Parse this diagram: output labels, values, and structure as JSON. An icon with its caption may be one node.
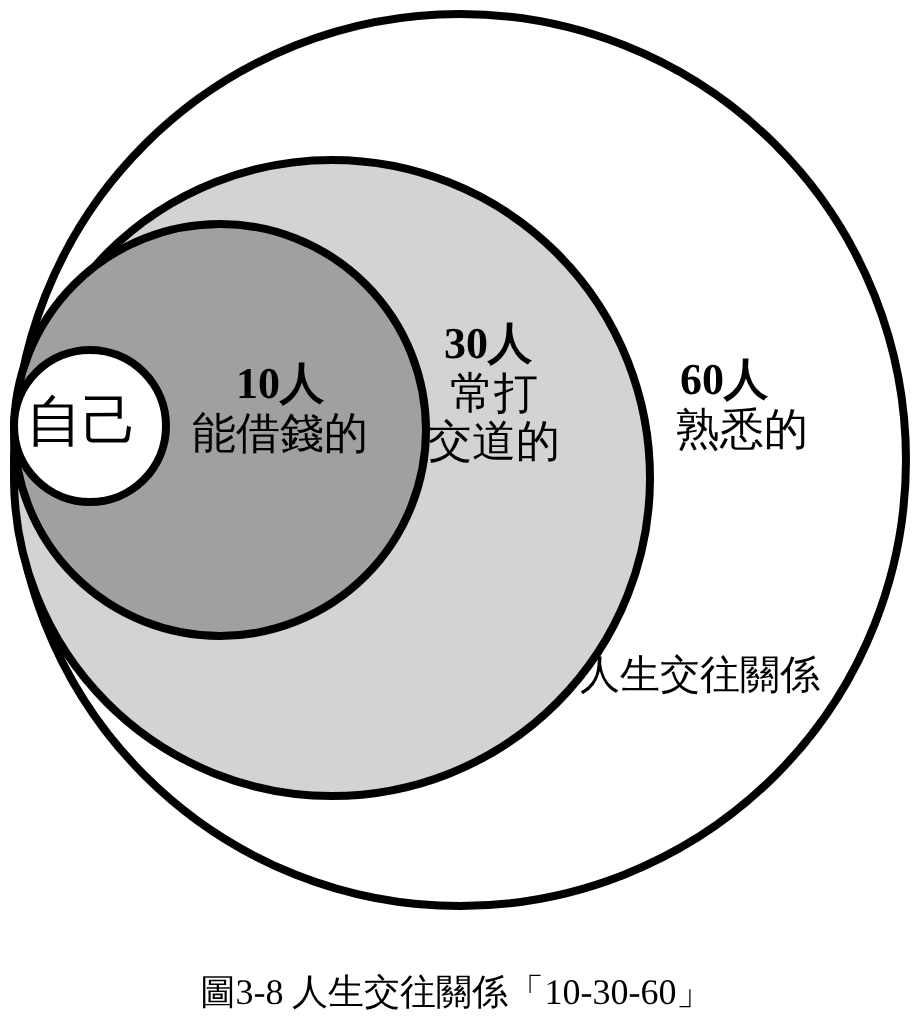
{
  "diagram": {
    "caption": "圖3-8 人生交往關係「10-30-60」",
    "nodes": [
      {
        "text": [
          "60人",
          "熟悉的",
          "人生交往關係"
        ]
      },
      {
        "text": [
          "30人",
          "常打交道的"
        ],
        "in": 0
      },
      {
        "text": [
          "10人",
          "能借錢的"
        ],
        "in": 1
      },
      {
        "text": [
          "自己"
        ],
        "in": 2
      }
    ]
  }
}
